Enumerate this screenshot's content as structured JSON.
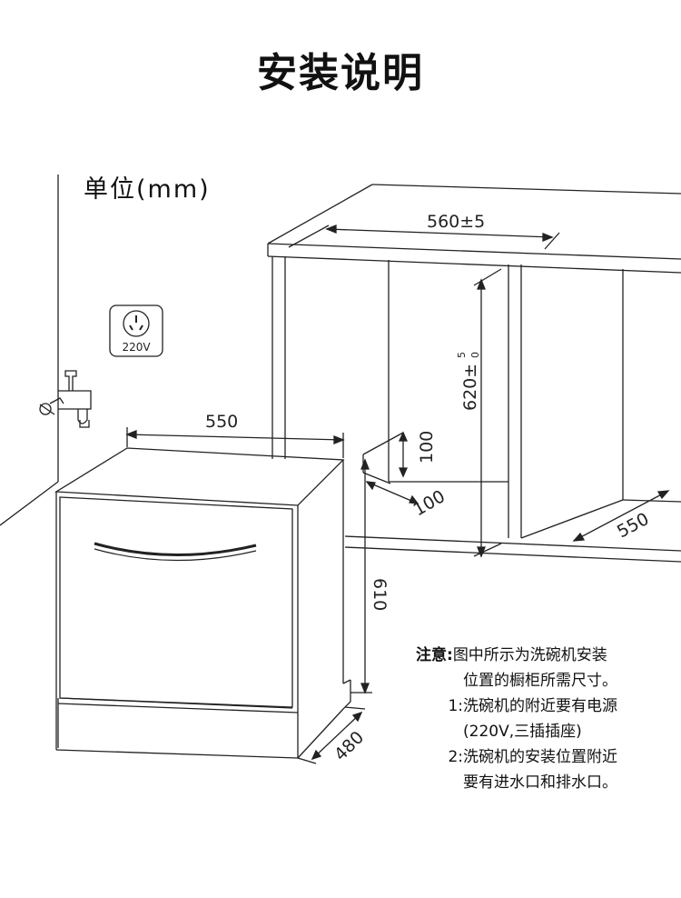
{
  "title": "安装说明",
  "unit_label": "单位(mm)",
  "socket_label": "220V",
  "dimensions": {
    "cabinet_width": "560±5",
    "cabinet_height": "620±",
    "cabinet_height_tol_upper": "5",
    "cabinet_height_tol_lower": "0",
    "cabinet_depth": "550",
    "niche_height": "100",
    "niche_depth": "100",
    "dishwasher_width": "550",
    "dishwasher_height": "610",
    "dishwasher_depth": "480"
  },
  "notes": {
    "label": "注意:",
    "intro_line1": "图中所示为洗碗机安装",
    "intro_line2": "位置的橱柜所需尺寸。",
    "item1_num": "1:",
    "item1_line1": "洗碗机的附近要有电源",
    "item1_line2": "(220V,三插插座)",
    "item2_num": "2:",
    "item2_line1": "洗碗机的安装位置附近",
    "item2_line2": "要有进水口和排水口。"
  }
}
